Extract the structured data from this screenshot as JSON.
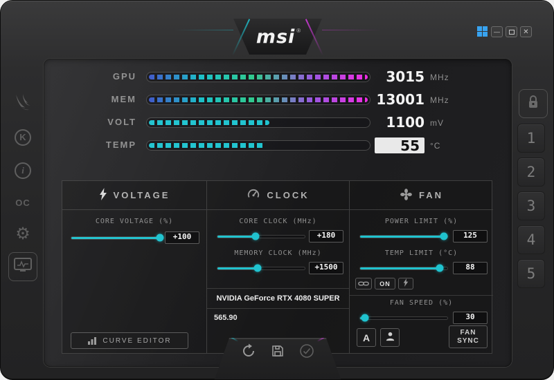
{
  "colors": {
    "accent": "#1fc3cf",
    "magenta": "#d63ae0",
    "grad1": "#3c55c8",
    "grad2": "#18c0c8",
    "grad3": "#2fc98c",
    "grad4": "#9b55e0",
    "grad5": "#f02ee2",
    "windows_blue": "#38a3f0"
  },
  "titlebar": {
    "logo": "msi",
    "reg_mark": "®",
    "controls": {
      "minimize": "—",
      "close": "✕"
    }
  },
  "readouts": [
    {
      "label": "GPU",
      "value": "3015",
      "unit": "MHz",
      "fill_pct": 98,
      "style": "gradient"
    },
    {
      "label": "MEM",
      "value": "13001",
      "unit": "MHz",
      "fill_pct": 98,
      "style": "gradient"
    },
    {
      "label": "VOLT",
      "value": "1100",
      "unit": "mV",
      "fill_pct": 54,
      "style": "solid"
    },
    {
      "label": "TEMP",
      "value": "55",
      "unit": "°C",
      "fill_pct": 52,
      "style": "solid"
    }
  ],
  "left_sidebar": {
    "kombustor_letter": "K",
    "info_letter": "i",
    "oc_label": "OC",
    "gear_glyph": "⚙"
  },
  "right_sidebar": {
    "profiles": [
      "1",
      "2",
      "3",
      "4",
      "5"
    ]
  },
  "panels": {
    "voltage": {
      "title": "VOLTAGE",
      "core_voltage": {
        "label": "CORE VOLTAGE (%)",
        "value": "+100",
        "pct": 96
      },
      "curve_editor_label": "CURVE EDITOR"
    },
    "clock": {
      "title": "CLOCK",
      "core_clock": {
        "label": "CORE CLOCK (MHz)",
        "value": "+180",
        "pct": 44
      },
      "memory_clock": {
        "label": "MEMORY CLOCK (MHz)",
        "value": "+1500",
        "pct": 46
      },
      "gpu_name": "NVIDIA GeForce RTX 4080 SUPER",
      "driver_version": "565.90"
    },
    "fan": {
      "title": "FAN",
      "power_limit": {
        "label": "POWER LIMIT (%)",
        "value": "125",
        "pct": 95
      },
      "temp_limit": {
        "label": "TEMP LIMIT (°C)",
        "value": "88",
        "pct": 91
      },
      "link_toggle_label": "ON",
      "fan_speed": {
        "label": "FAN SPEED (%)",
        "value": "30",
        "pct": 6
      },
      "auto_label": "A",
      "fan_sync_label_1": "FAN",
      "fan_sync_label_2": "SYNC"
    }
  }
}
